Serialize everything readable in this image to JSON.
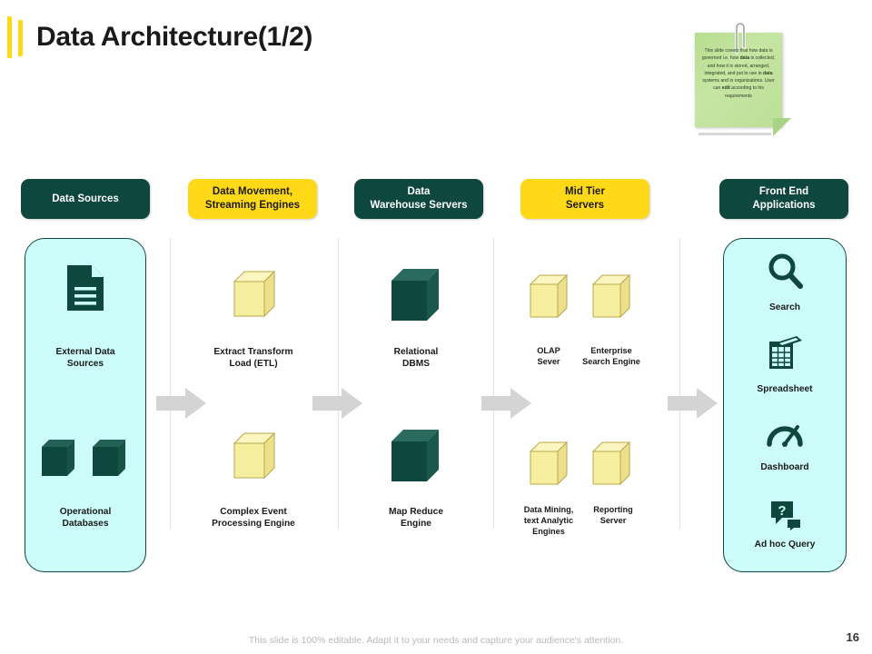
{
  "slide": {
    "title": "Data Architecture(1/2)",
    "page_number": "16",
    "footer": "This slide is 100% editable. Adapt it to your needs and capture your audience's attention."
  },
  "sticky_note": {
    "icon": "paperclip-icon",
    "text_parts": [
      {
        "t": "This slide covers that how data is governed i.e. how ",
        "b": false
      },
      {
        "t": "data",
        "b": true
      },
      {
        "t": " is collected, and how it is stored, arranged, integrated, and put to use in ",
        "b": false
      },
      {
        "t": "data",
        "b": true
      },
      {
        "t": " systems and in organizations. User can ",
        "b": false
      },
      {
        "t": "edit",
        "b": true
      },
      {
        "t": " according to his requirements",
        "b": false
      }
    ]
  },
  "colors": {
    "dark_green": "#0E473D",
    "yellow": "#FFD817",
    "panel_fill": "#CCFDFA",
    "cube_yellow": "#F7EFA0",
    "arrow_gray": "#D4D4D4",
    "title_black": "#1a1a1a"
  },
  "columns": [
    {
      "id": "data-sources",
      "header": "Data Sources",
      "header_style": "dark",
      "items": [
        {
          "label": "External Data Sources",
          "icon": "document-icon"
        },
        {
          "label": "Operational Databases",
          "icon": "database-cubes-icon"
        }
      ]
    },
    {
      "id": "data-movement",
      "header": "Data Movement, Streaming Engines",
      "header_style": "light",
      "items": [
        {
          "label": "Extract Transform Load (ETL)",
          "icon": "yellow-cube-icon"
        },
        {
          "label": "Complex Event Processing Engine",
          "icon": "yellow-cube-icon"
        }
      ]
    },
    {
      "id": "data-warehouse",
      "header": "Data Warehouse Servers",
      "header_style": "dark",
      "items": [
        {
          "label": "Relational DBMS",
          "icon": "green-cube-icon"
        },
        {
          "label": "Map Reduce Engine",
          "icon": "green-cube-icon"
        }
      ]
    },
    {
      "id": "mid-tier",
      "header": "Mid Tier Servers",
      "header_style": "light",
      "items": [
        {
          "label": "OLAP Sever",
          "icon": "yellow-cube-icon"
        },
        {
          "label": "Enterprise Search Engine",
          "icon": "yellow-cube-icon"
        },
        {
          "label": "Data Mining, text Analytic Engines",
          "icon": "yellow-cube-icon"
        },
        {
          "label": "Reporting Server",
          "icon": "yellow-cube-icon"
        }
      ]
    },
    {
      "id": "front-end",
      "header": "Front End Applications",
      "header_style": "dark",
      "items": [
        {
          "label": "Search",
          "icon": "magnifier-icon"
        },
        {
          "label": "Spreadsheet",
          "icon": "spreadsheet-icon"
        },
        {
          "label": "Dashboard",
          "icon": "gauge-icon"
        },
        {
          "label": "Ad hoc Query",
          "icon": "question-bubble-icon"
        }
      ]
    }
  ],
  "header_lines": {
    "c0": [
      "Data Sources"
    ],
    "c1": [
      "Data Movement,",
      "Streaming Engines"
    ],
    "c2": [
      "Data",
      "Warehouse Servers"
    ],
    "c3": [
      "Mid Tier",
      "Servers"
    ],
    "c4": [
      "Front End",
      "Applications"
    ]
  },
  "labels": {
    "external_data_1": "External Data",
    "external_data_2": "Sources",
    "operational_1": "Operational",
    "operational_2": "Databases",
    "etl_1": "Extract Transform",
    "etl_2": "Load (ETL)",
    "cep_1": "Complex Event",
    "cep_2": "Processing Engine",
    "rdbms_1": "Relational",
    "rdbms_2": "DBMS",
    "mapreduce_1": "Map Reduce",
    "mapreduce_2": "Engine",
    "olap_1": "OLAP",
    "olap_2": "Sever",
    "ese_1": "Enterprise",
    "ese_2": "Search Engine",
    "dm_1": "Data Mining,",
    "dm_2": "text Analytic",
    "dm_3": "Engines",
    "rep_1": "Reporting",
    "rep_2": "Server",
    "search": "Search",
    "spreadsheet": "Spreadsheet",
    "dashboard": "Dashboard",
    "adhoc": "Ad hoc Query"
  },
  "arrows": [
    "flow-arrow-1",
    "flow-arrow-2",
    "flow-arrow-3",
    "flow-arrow-4"
  ]
}
